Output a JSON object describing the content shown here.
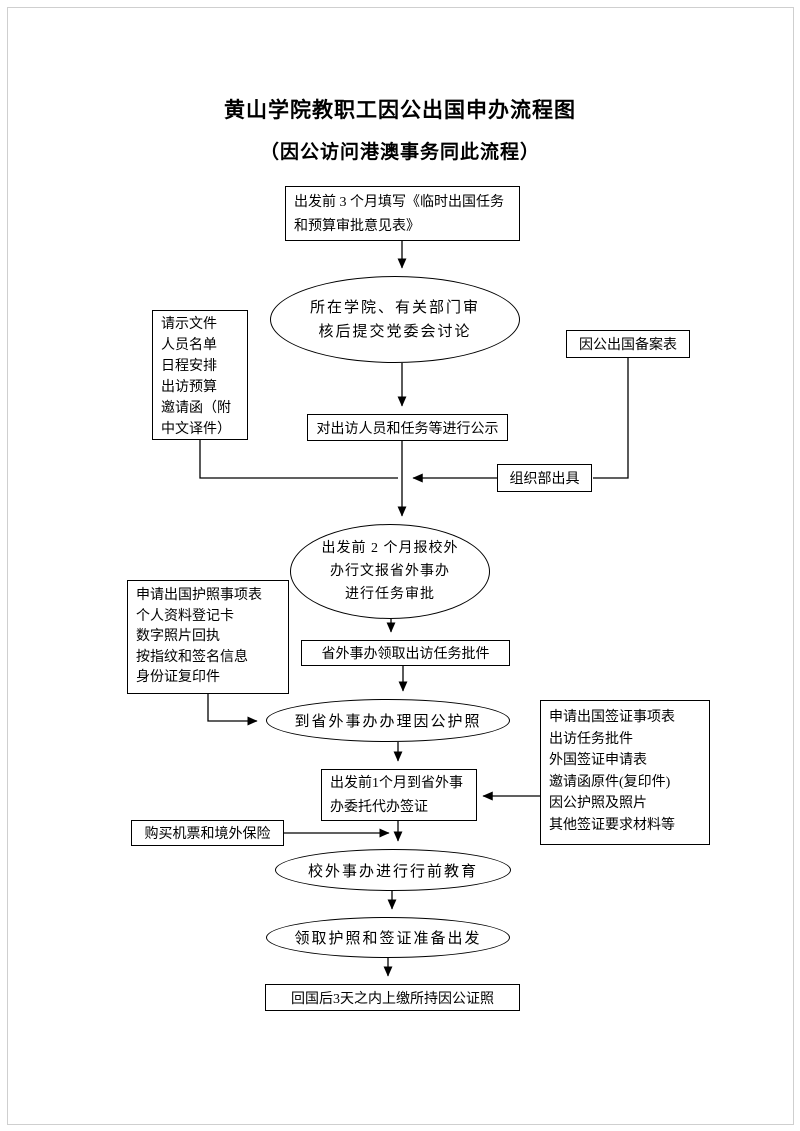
{
  "page": {
    "title": "黄山学院教职工因公出国申办流程图",
    "subtitle": "（因公访问港澳事务同此流程）"
  },
  "colors": {
    "ink": "#000000",
    "paper": "#ffffff"
  },
  "nodes": {
    "fill_form": "出发前 3 个月填写《临时出国任务\n和预算审批意见表》",
    "college_review": "所在学院、有关部门审\n核后提交党委会讨论",
    "request_docs": "请示文件\n人员名单\n日程安排\n出访预算\n邀请函（附\n中文译件）",
    "record_form": "因公出国备案表",
    "publicize": "对出访人员和任务等进行公示",
    "org_dept": "组织部出具",
    "report_approval": "出发前 2 个月报校外\n办行文报省外事办\n进行任务审批",
    "passport_docs": "申请出国护照事项表\n个人资料登记卡\n数字照片回执\n按指纹和签名信息\n身份证复印件",
    "receive_approval": "省外事办领取出访任务批件",
    "apply_passport": "到省外事办办理因公护照",
    "visa_docs": "申请出国签证事项表\n出访任务批件\n外国签证申请表\n邀请函原件(复印件)\n因公护照及照片\n其他签证要求材料等",
    "entrust_visa": "出发前1个月到省外事\n办委托代办签证",
    "buy_tickets": "购买机票和境外保险",
    "pre_trip_education": "校外事办进行行前教育",
    "get_passport_depart": "领取护照和签证准备出发",
    "return_certificates": "回国后3天之内上缴所持因公证照"
  }
}
